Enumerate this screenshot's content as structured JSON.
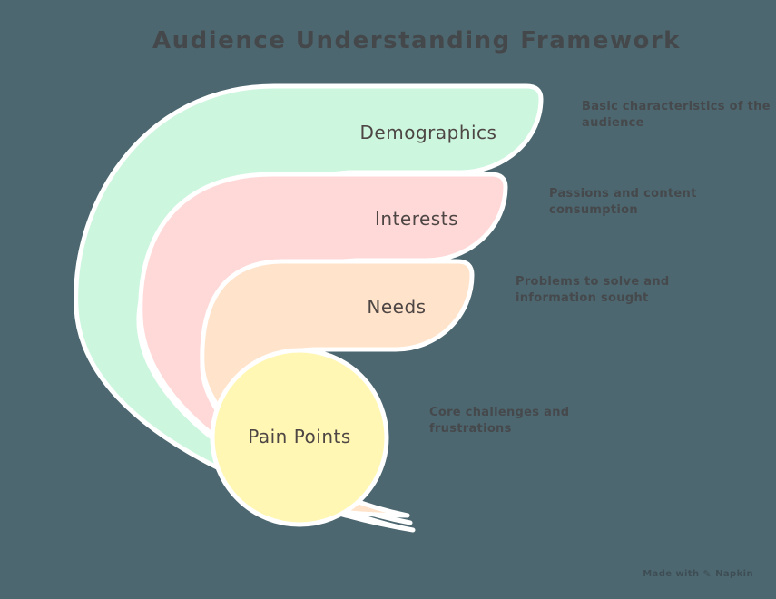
{
  "title": "Audience Understanding Framework",
  "background_color": "#4c6770",
  "outline_color": "#ffffff",
  "ink_color": "#46494c",
  "layers": [
    {
      "label": "Demographics",
      "color": "#ccf6de",
      "description": "Basic characteristics of the audience",
      "lines": [
        "Basic characteristics of the",
        "audience"
      ]
    },
    {
      "label": "Interests",
      "color": "#ffd9d8",
      "description": "Passions and content consumption",
      "lines": [
        "Passions and content",
        "consumption"
      ]
    },
    {
      "label": "Needs",
      "color": "#ffe3ca",
      "description": "Problems to solve and information sought",
      "lines": [
        "Problems to solve and",
        "information sought"
      ]
    },
    {
      "label": "Pain Points",
      "color": "#fff7b3",
      "description": "Core challenges and frustrations",
      "lines": [
        "Core challenges and",
        "frustrations"
      ]
    }
  ],
  "watermark": {
    "prefix": "Made with",
    "icon": "pen-icon",
    "brand": "Napkin"
  }
}
